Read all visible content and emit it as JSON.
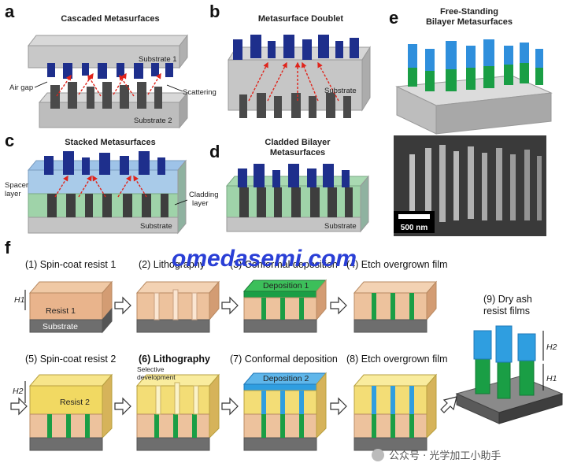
{
  "panels": {
    "a": {
      "letter": "a",
      "title": "Cascaded Metasurfaces",
      "labels": [
        "Substrate 1",
        "Air gap",
        "Scattering",
        "Substrate 2"
      ]
    },
    "b": {
      "letter": "b",
      "title": "Metasurface Doublet",
      "labels": [
        "Substrate"
      ]
    },
    "c": {
      "letter": "c",
      "title": "Stacked Metasurfaces",
      "labels": [
        "Spacer",
        "layer",
        "Cladding",
        "layer",
        "Substrate"
      ]
    },
    "d": {
      "letter": "d",
      "title_line1": "Cladded Bilayer",
      "title_line2": "Metasurfaces",
      "labels": [
        "Substrate"
      ]
    },
    "e": {
      "letter": "e",
      "title_line1": "Free-Standing",
      "title_line2": "Bilayer Metasurfaces",
      "scalebar": "500 nm"
    },
    "f": {
      "letter": "f"
    }
  },
  "process_steps": [
    "(1) Spin-coat resist 1",
    "(2) Lithography",
    "(3) Conformal deposition",
    "(4) Etch overgrown film",
    "(5) Spin-coat resist 2",
    "(6) Lithography",
    "(7) Conformal deposition",
    "(8) Etch overgrown film"
  ],
  "step9": {
    "line1": "(9) Dry ash",
    "line2": "resist films"
  },
  "block_labels": {
    "resist1": "Resist 1",
    "substrate": "Substrate",
    "deposition1": "Deposition 1",
    "resist2": "Resist 2",
    "deposition2": "Deposition 2",
    "selective_line1": "Selective",
    "selective_line2": "development"
  },
  "heights": {
    "h1": "H1",
    "h2": "H2"
  },
  "watermark": "omedasemi.com",
  "wechat": "公众号 · 光学加工小助手",
  "colors": {
    "blue_pillar": "#1e2f8c",
    "gray_pillar": "#555555",
    "green": "#1a9e45",
    "resist1": "#e9b48c",
    "resist2": "#f1d75a",
    "dep2": "#2f9ee0",
    "arrow_red": "#e0241b"
  }
}
